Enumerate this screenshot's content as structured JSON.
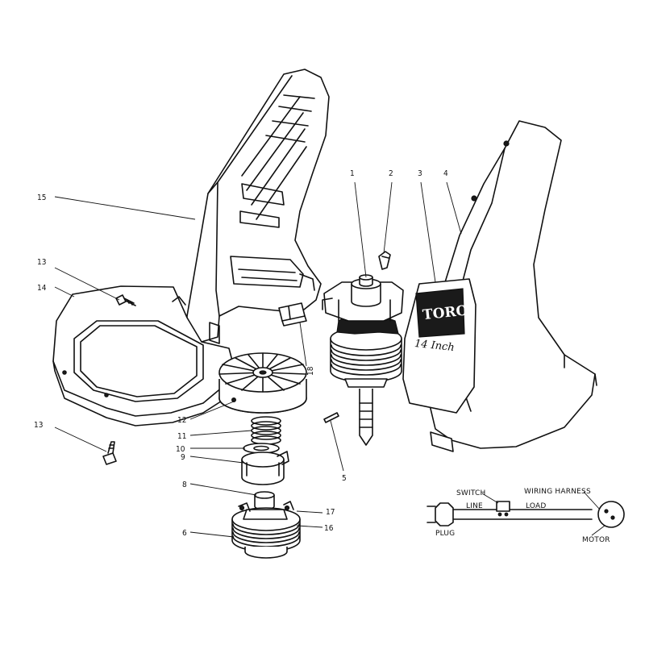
{
  "callouts": {
    "p1": "1",
    "p2": "2",
    "p3": "3",
    "p4": "4",
    "p5": "5",
    "p6": "6",
    "p8": "8",
    "p9": "9",
    "p10": "10",
    "p11": "11",
    "p12": "12",
    "p13a": "13",
    "p13b": "13",
    "p14": "14",
    "p15": "15",
    "p16": "16",
    "p17": "17",
    "p18": "18"
  },
  "wiring": {
    "switch": "SWITCH",
    "line": "LINE",
    "load": "LOAD",
    "harness": "WIRING HARNESS",
    "plug": "PLUG",
    "motor": "MOTOR"
  },
  "decal": {
    "brand": "TORO",
    "model": "14 Inch"
  }
}
